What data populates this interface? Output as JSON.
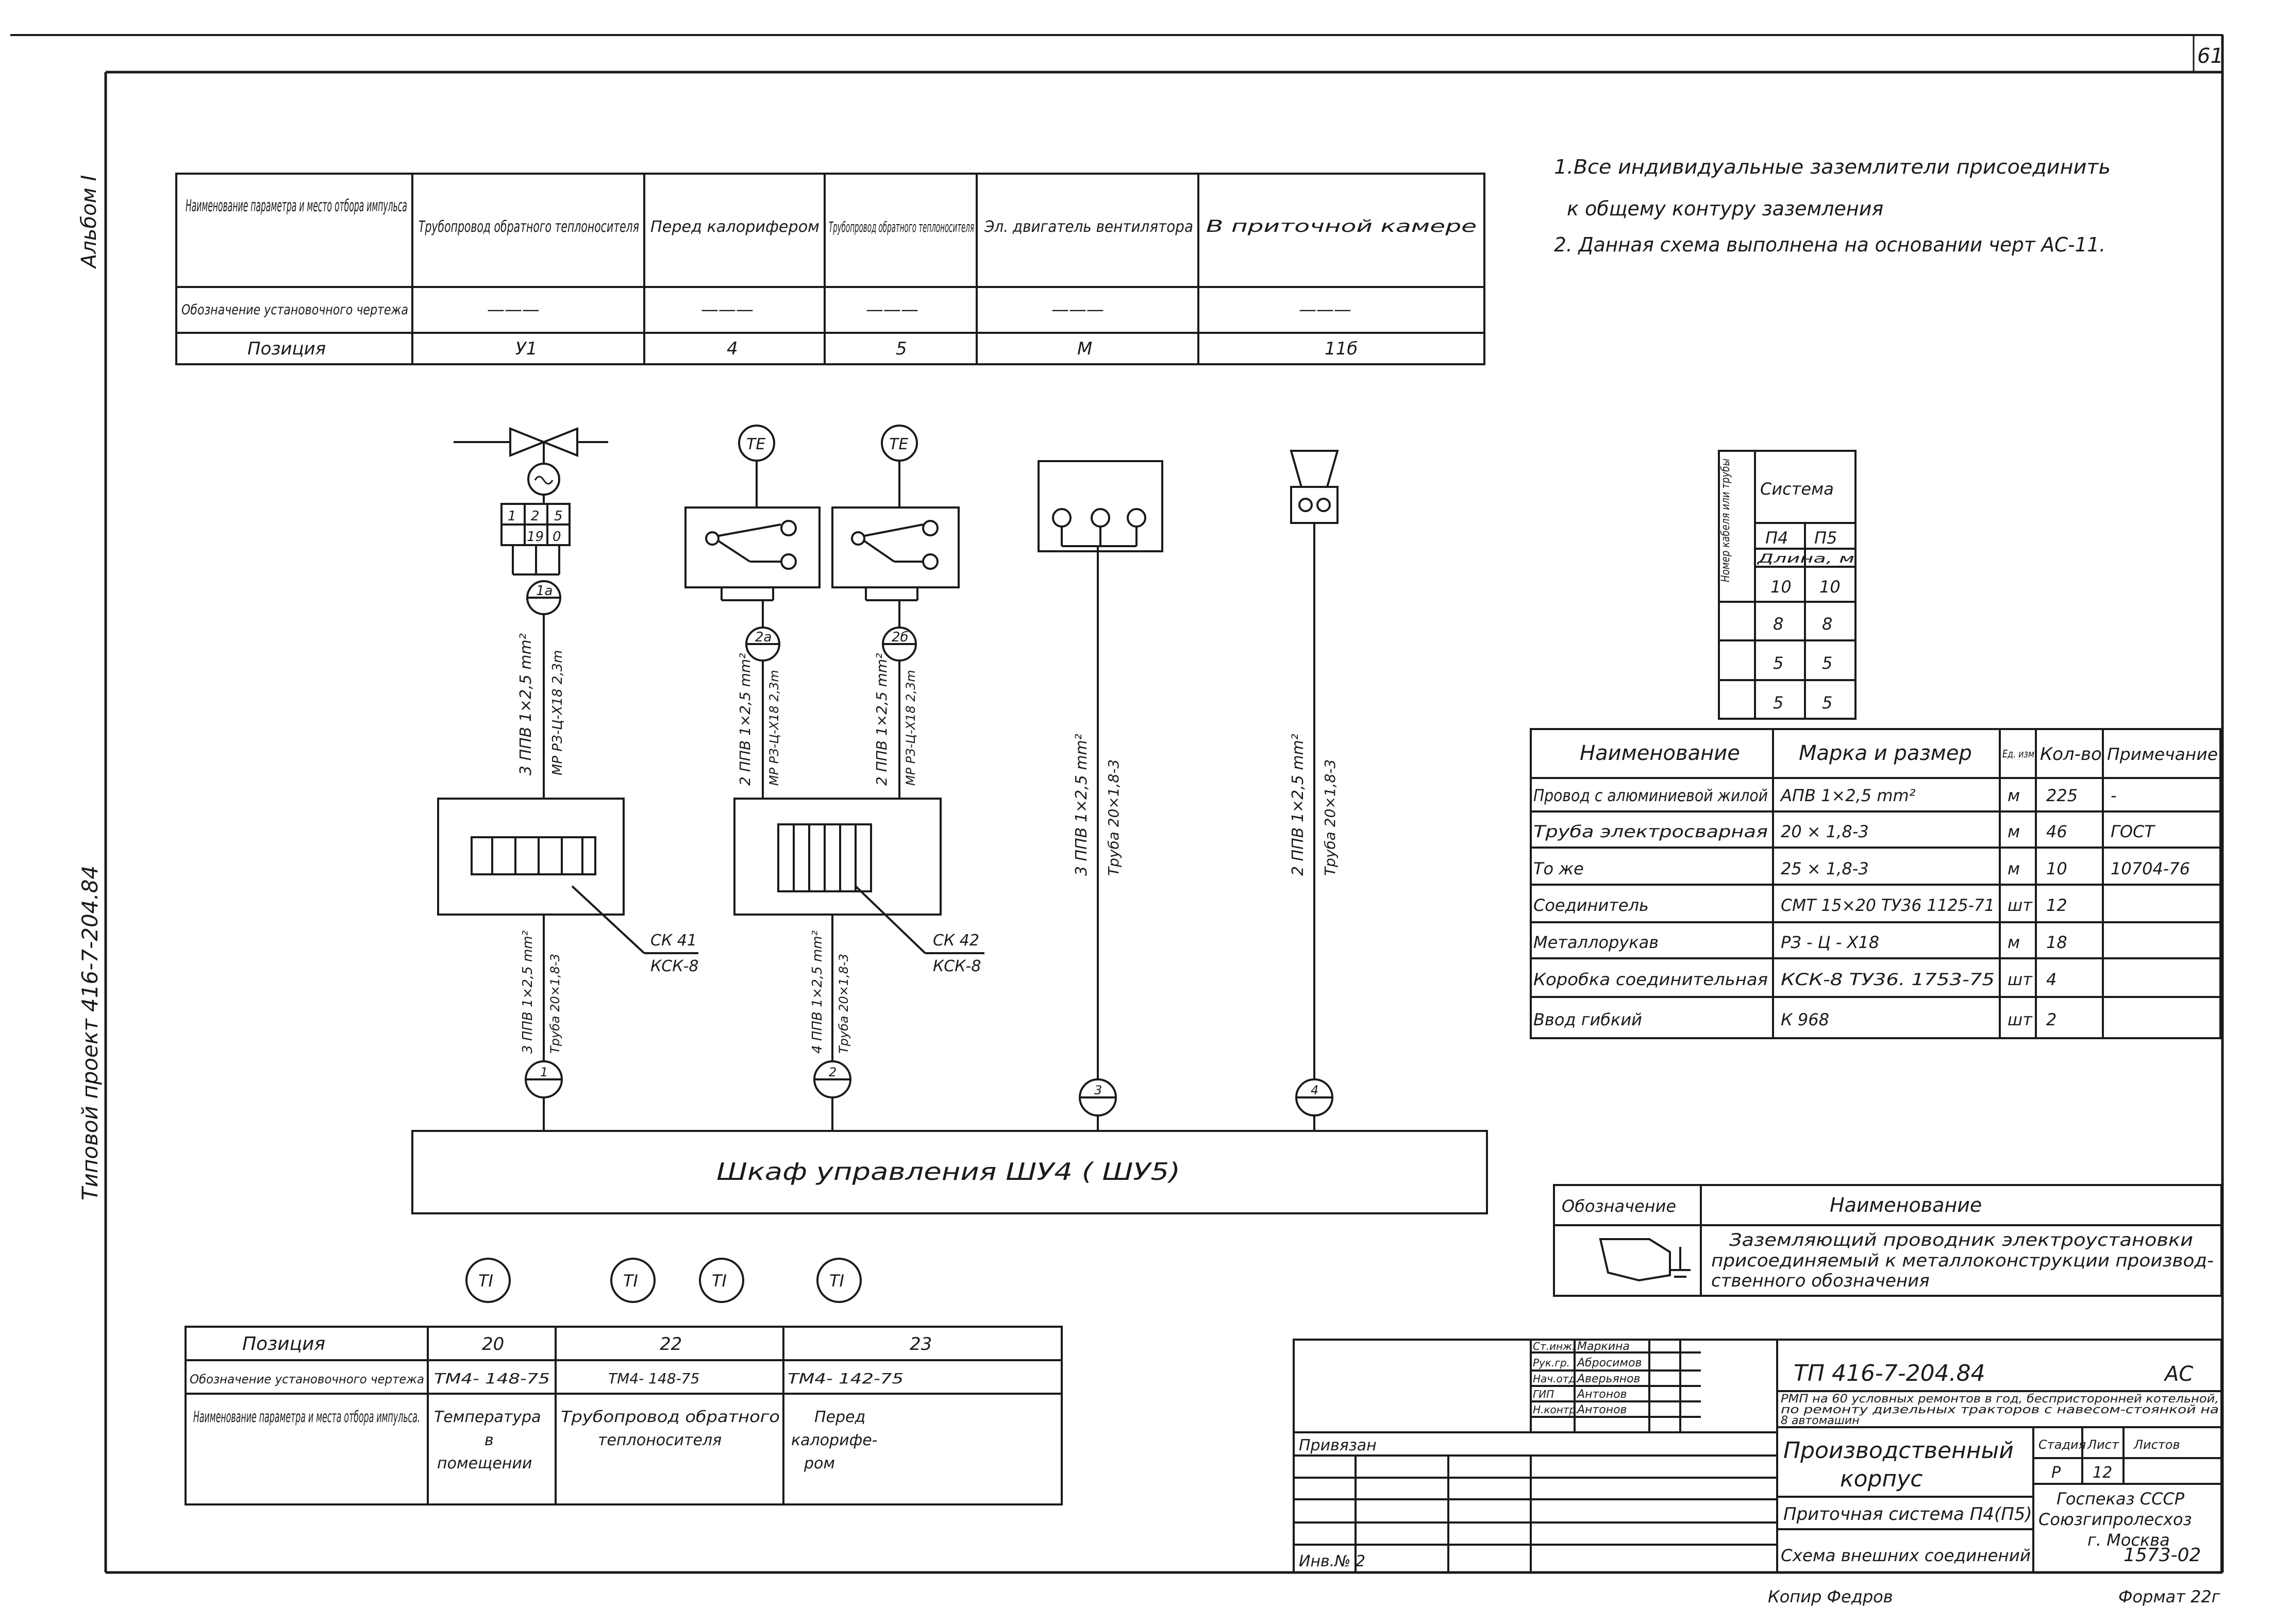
{
  "sheet_number": "61",
  "side_labels": {
    "top": "Альбом I",
    "bottom": "Типовой   проект 416-7-204.84"
  },
  "notes": [
    "1.Все  индивидуальные  заземлители присоединить",
    "к общему контуру  заземления",
    "2. Данная  схема  выполнена  на основании  черт АС-11."
  ],
  "top_table": {
    "row_headers": [
      "Наименование параметра и место отбора импульса",
      "Обозначение установочного чертежа",
      "Позиция"
    ],
    "columns": [
      {
        "name": "Трубопровод обратного теплоносителя",
        "mark": "———",
        "pos": "У1"
      },
      {
        "name": "Перед калорифером",
        "mark": "———",
        "pos": "4"
      },
      {
        "name": "Трубопровод обратного теплоносителя",
        "mark": "———",
        "pos": "5"
      },
      {
        "name": "Эл. двигатель вентилятора",
        "mark": "———",
        "pos": "М"
      },
      {
        "name": "В приточной камере",
        "mark": "———",
        "pos": "11б"
      }
    ]
  },
  "diagram": {
    "sensors": [
      "ТЕ",
      "ТЕ"
    ],
    "terminal_top": [
      "1",
      "2",
      "5",
      "19",
      "0"
    ],
    "lines": [
      {
        "cable": "3 ППВ 1×2,5 mm²",
        "hose": "МР РЗ-Ц-Х18  2,3m",
        "id": "1а"
      },
      {
        "cable": "2 ППВ 1×2,5 mm²",
        "hose": "МР РЗ-Ц-Х18  2,3m",
        "id": "2а"
      },
      {
        "cable": "2 ППВ 1×2,5 mm²",
        "hose": "МР РЗ-Ц-Х18  2,3m",
        "id": "2б"
      },
      {
        "cable": "3 ППВ 1×2,5 mm²",
        "hose": "Труба 20×1,8-3",
        "id": "3"
      },
      {
        "cable": "2 ППВ 1×2,5 mm²",
        "hose": "Труба 20×1,8-3",
        "id": "4"
      }
    ],
    "lower_lines": [
      {
        "cable": "3 ППВ 1×2,5 mm²",
        "hose": "Труба 20×1,8-3",
        "id": "1"
      },
      {
        "cable": "4 ППВ 1×2,5 mm²",
        "hose": "Труба 20×1,8-3",
        "id": "2"
      }
    ],
    "boxes": [
      {
        "label": "СК 41",
        "type": "КСК-8"
      },
      {
        "label": "СК 42",
        "type": "КСК-8"
      }
    ],
    "cabinet": "Шкаф   управления  ШУ4 ( ШУ5)",
    "ti_markers": [
      "ТI",
      "ТI",
      "ТI",
      "ТI"
    ]
  },
  "cable_table": {
    "h1": "Номер кабеля или трубы",
    "h2": "Система",
    "systems": [
      "П4",
      "П5"
    ],
    "length": "Длина, м",
    "rows": [
      [
        "10",
        "10"
      ],
      [
        "8",
        "8"
      ],
      [
        "5",
        "5"
      ],
      [
        "5",
        "5"
      ]
    ]
  },
  "spec_table": {
    "headers": [
      "Наименование",
      "Марка и размер",
      "Ед. изм",
      "Кол-во",
      "Примечание"
    ],
    "rows": [
      [
        "Провод с алюминиевой жилой",
        "АПВ   1×2,5 mm²",
        "м",
        "225",
        "-"
      ],
      [
        "Труба электросварная",
        "20 × 1,8-3",
        "м",
        "46",
        "ГОСТ"
      ],
      [
        "То же",
        "25 × 1,8-3",
        "м",
        "10",
        "10704-76"
      ],
      [
        "Соединитель",
        "СМТ 15×20  ТУ36 1125-71",
        "шт",
        "12",
        ""
      ],
      [
        "Металлорукав",
        "РЗ - Ц - Х18",
        "м",
        "18",
        ""
      ],
      [
        "Коробка соединительная",
        "КСК-8  ТУ36. 1753-75",
        "шт",
        "4",
        ""
      ],
      [
        "Ввод гибкий",
        "К 968",
        "шт",
        "2",
        ""
      ]
    ]
  },
  "legend": {
    "h1": "Обозначение",
    "h2": "Наименование",
    "text": [
      "Заземляющий  проводник электроустановки",
      "присоединяемый к металлоконструкции  производ-",
      "ственного обозначения"
    ]
  },
  "bottom_table": {
    "row_headers": [
      "Позиция",
      "Обозначение установочного чертежа",
      "Наименование параметра и места отбора импульса."
    ],
    "columns": [
      {
        "pos": "20",
        "mark": "ТМ4- 148-75",
        "name": [
          "Температура",
          "в",
          "помещении"
        ]
      },
      {
        "pos": "22",
        "mark": "ТМ4- 148-75",
        "name": [
          "Трубопровод обратного",
          "теплоносителя"
        ]
      },
      {
        "pos": "23",
        "mark": "ТМ4- 142-75",
        "name": [
          "Перед",
          "калорифе-",
          "ром"
        ]
      }
    ]
  },
  "title_block": {
    "signers": [
      [
        "Ст.инж.",
        "Маркина"
      ],
      [
        "Рук.гр.",
        "Абросимов"
      ],
      [
        "Нач.отд.",
        "Аверьянов"
      ],
      [
        "ГИП",
        "Антонов"
      ],
      [
        "Н.контр.",
        "Антонов"
      ]
    ],
    "code": "ТП 416-7-204.84",
    "mark": "АС",
    "description": [
      "РМП на 60 условных ремонтов в год, беспристоронней котельной,",
      "по ремонту дизельных тракторов с навесом-стоянкой на",
      "8 автомашин"
    ],
    "building": [
      "Производственный",
      "корпус"
    ],
    "system": "Приточная система П4(П5)",
    "sheet_title": "Схема внешних соединений",
    "stage_h": "Стадия",
    "sheet_h": "Лист",
    "sheets_h": "Листов",
    "stage": "Р",
    "sheet": "12",
    "sheets": "",
    "org": [
      "Госпеказ СССР",
      "Союзгипролесхоз",
      "г. Москва"
    ],
    "linked": "Привязан",
    "inv": "Инв.№ 2"
  },
  "footer": {
    "drawing_no": "1573-02",
    "copied": "Копир Федров",
    "format": "Формат 22г"
  }
}
